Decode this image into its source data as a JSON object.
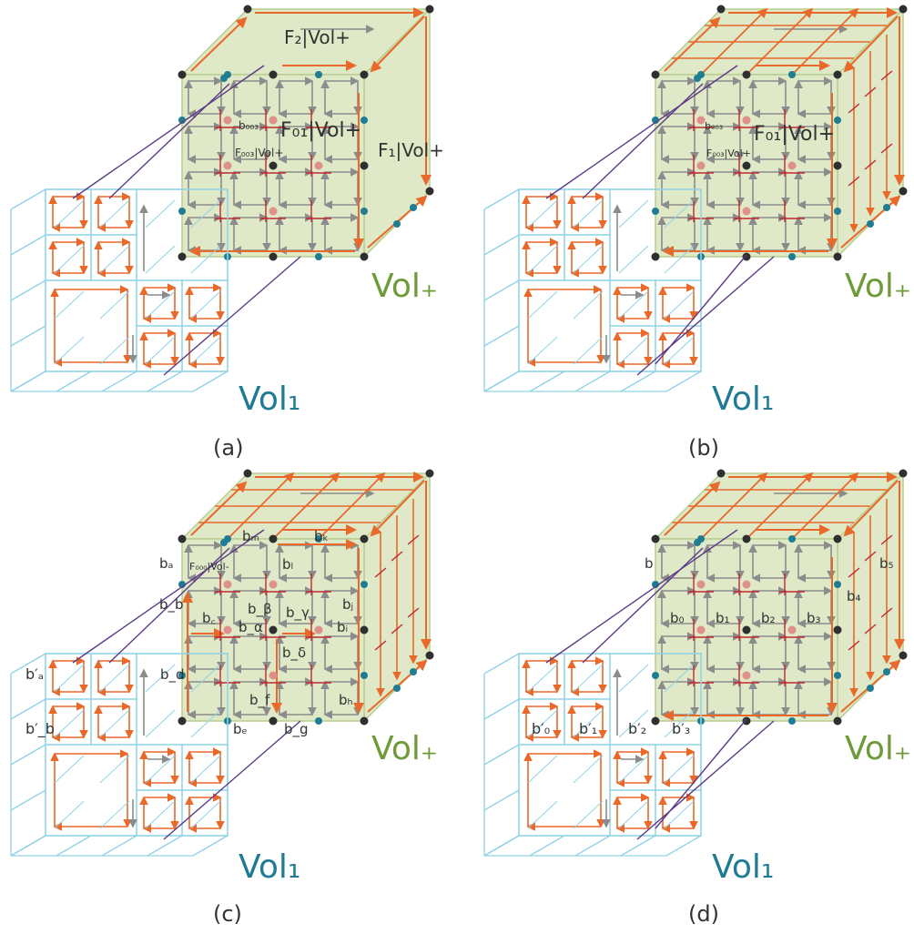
{
  "panels": [
    {
      "caption": "(a)",
      "vol_plus": "Vol₊",
      "vol_one": "Vol₁",
      "labels": {
        "f2": "F₂|Vol+",
        "f01": "F₀₁|Vol+",
        "f1": "F₁|Vol+",
        "b003": "b₀₀₃",
        "f003": "F₀₀₃|Vol+"
      }
    },
    {
      "caption": "(b)",
      "vol_plus": "Vol₊",
      "vol_one": "Vol₁",
      "labels": {
        "f01": "F₀₁|Vol+",
        "b003": "b₀₀₃",
        "f003": "F₀₀₃|Vol+"
      }
    },
    {
      "caption": "(c)",
      "vol_plus": "Vol₊",
      "vol_one": "Vol₁",
      "labels": {
        "ba": "bₐ",
        "bb": "b_b",
        "bm": "bₘ",
        "bk": "bₖ",
        "bl": "bₗ",
        "bj": "bⱼ",
        "bi": "bᵢ",
        "bc": "b꜀",
        "bbeta": "b_β",
        "bgamma": "b_γ",
        "balpha": "b_α",
        "bdelta": "b_δ",
        "bd": "b_d",
        "bf": "b_f",
        "bh": "bₕ",
        "be": "bₑ",
        "bg": "b_g",
        "f000": "F₀₀₀|Vol-",
        "bpa": "b′ₐ",
        "bpb": "b′_b"
      }
    },
    {
      "caption": "(d)",
      "vol_plus": "Vol₊",
      "vol_one": "Vol₁",
      "labels": {
        "b": "b",
        "b0": "b₀",
        "b1": "b₁",
        "b2": "b₂",
        "b3": "b₃",
        "b4": "b₄",
        "b5": "b₅",
        "bp0": "b′₀",
        "bp1": "b′₁",
        "bp2": "b′₂",
        "bp3": "b′₃"
      }
    }
  ],
  "colors": {
    "orange": "#e8692a",
    "gray": "#8c8c8c",
    "cube_fill": "#dfe8c7",
    "cube_edge": "#b7cf8e",
    "blue_grid": "#8fd3e6",
    "vol_one_text": "#1f7a94",
    "vol_plus_text": "#6f9a3a",
    "node_dark": "#2f2f2f",
    "node_teal": "#1f7d93",
    "node_pink": "#e0908a",
    "red": "#c0282d",
    "purple": "#5b3a86"
  }
}
